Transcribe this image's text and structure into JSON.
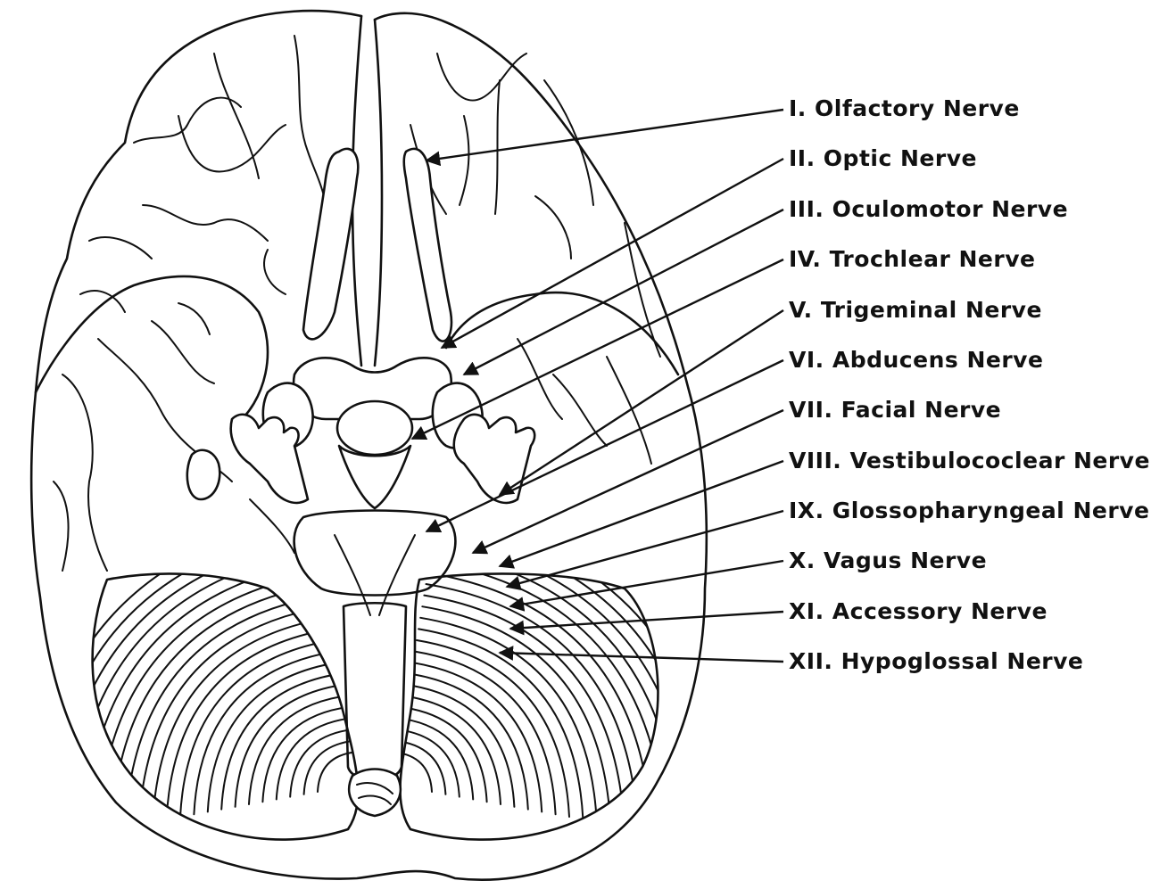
{
  "labels": [
    "I. Olfactory Nerve",
    "II. Optic Nerve",
    "III. Oculomotor Nerve",
    "IV. Trochlear Nerve",
    "V. Trigeminal Nerve",
    "VI. Abducens Nerve",
    "VII. Facial Nerve",
    "VIII. Vestibulococlear Nerve",
    "IX. Glossopharyngeal Nerve",
    "X. Vagus Nerve",
    "XI. Accessory Nerve",
    "XII. Hypoglossal Nerve"
  ]
}
